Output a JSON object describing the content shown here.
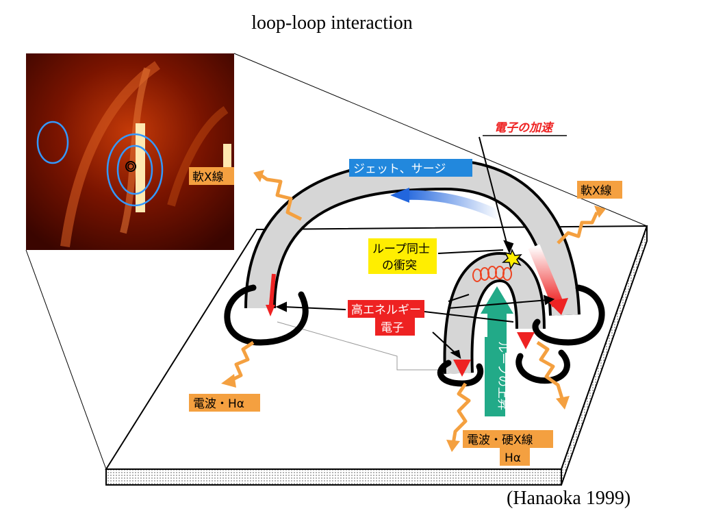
{
  "title": "loop-loop interaction",
  "citation": "(Hanaoka 1999)",
  "labels": {
    "soft_xray_left": "軟X線",
    "soft_xray_right": "軟X線",
    "jet_surge": "ジェット、サージ",
    "electron_acceleration": "電子の加速",
    "loop_collision_line1": "ループ同士",
    "loop_collision_line2": "の衝突",
    "high_energy_line1": "高エネルギー",
    "high_energy_line2": "電子",
    "radio_halpha": "電波・Hα",
    "radio_hard_xray_line1": "電波・硬X線",
    "radio_hard_xray_line2": "Hα",
    "loop_rise": "ループの上昇"
  },
  "colors": {
    "label_orange": "#f4a040",
    "label_red": "#ee2222",
    "label_blue": "#2288dd",
    "label_yellow": "#ffee00",
    "label_green": "#22aa88",
    "solar_image": "#8b1a00"
  }
}
